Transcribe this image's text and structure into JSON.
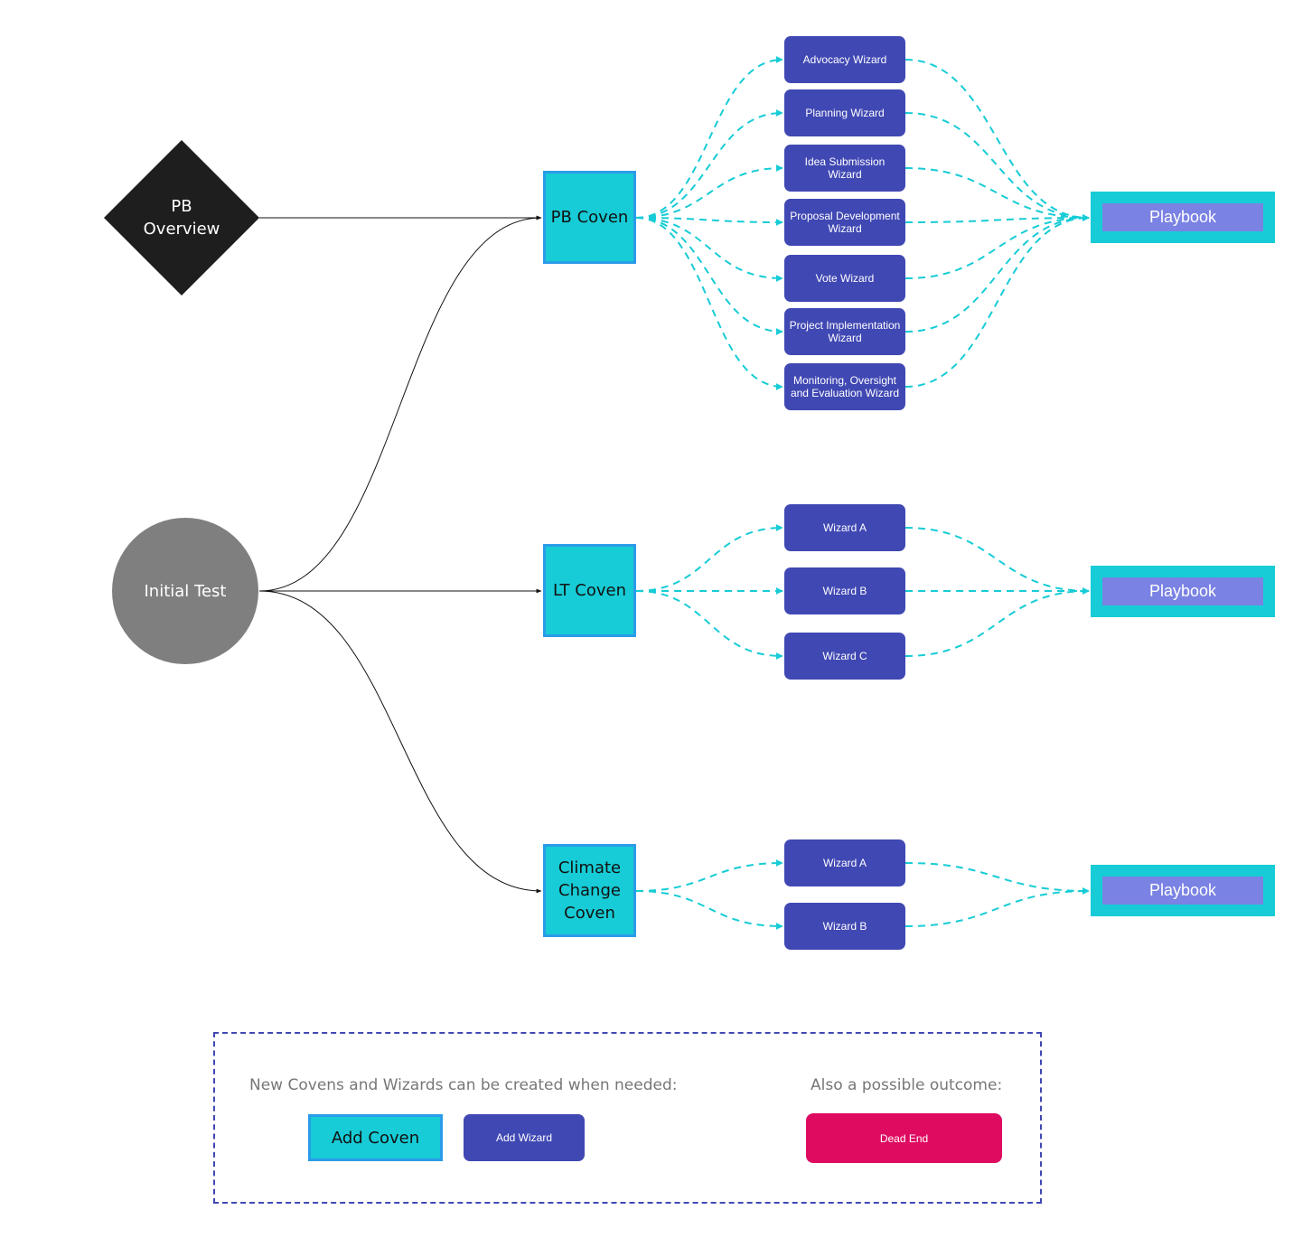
{
  "start_nodes": {
    "pb_overview": "PB\nOverview",
    "initial_test": "Initial Test"
  },
  "covens": {
    "pb": "PB Coven",
    "lt": "LT Coven",
    "climate": "Climate\nChange\nCoven"
  },
  "pb_wizards": [
    "Advocacy Wizard",
    "Planning Wizard",
    "Idea Submission\nWizard",
    "Proposal Development\nWizard",
    "Vote Wizard",
    "Project Implementation\nWizard",
    "Monitoring, Oversight\nand Evaluation Wizard"
  ],
  "lt_wizards": [
    "Wizard A",
    "Wizard B",
    "Wizard C"
  ],
  "climate_wizards": [
    "Wizard A",
    "Wizard B"
  ],
  "playbooks": [
    "Playbook",
    "Playbook",
    "Playbook"
  ],
  "legend": {
    "new_text": "New Covens and Wizards can be created when needed:",
    "outcome_text": "Also a possible outcome:",
    "add_coven": "Add Coven",
    "add_wizard": "Add Wizard",
    "dead_end": "Dead End"
  },
  "colors": {
    "coven_fill": "#17ccd6",
    "coven_border": "#2a9ce8",
    "wizard_fill": "#4048b3",
    "playbook_inner": "#7a82e3",
    "dead_end": "#de0b61",
    "dashed_connector": "#17ccd6",
    "solid_connector": "#111111"
  }
}
